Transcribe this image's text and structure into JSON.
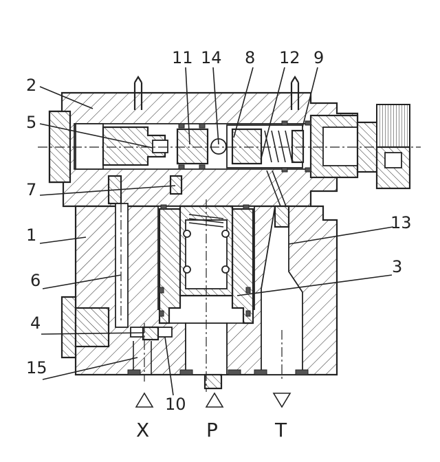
{
  "callouts": {
    "c1": "1",
    "c2": "2",
    "c3": "3",
    "c4": "4",
    "c5": "5",
    "c6": "6",
    "c7": "7",
    "c8": "8",
    "c9": "9",
    "c10": "10",
    "c11": "11",
    "c12": "12",
    "c13": "13",
    "c14": "14",
    "c15": "15"
  },
  "ports": {
    "x": "X",
    "p": "P",
    "t": "T"
  },
  "colors": {
    "line": "#222222",
    "hatch": "#222222",
    "background": "#ffffff",
    "seal": "#555555"
  }
}
